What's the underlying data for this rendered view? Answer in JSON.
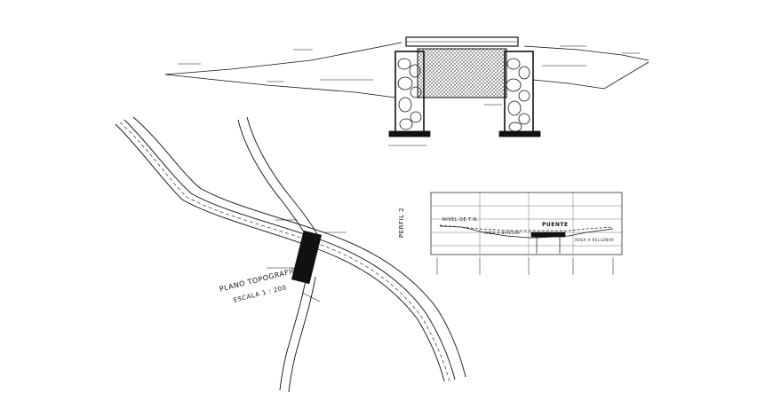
{
  "plano": {
    "title": "PLANO TOPOGRAFICO",
    "scale": "ESCALA 1 : 200"
  },
  "perfil": {
    "title": "PERFIL 2",
    "nivel_label": "NIVEL DE T.N.",
    "puente_label": "PUENTE",
    "area_label_1": "AREA A NIVELAR",
    "area_label_2": "AREA A RELLENAR"
  },
  "colors": {
    "line": "#111111",
    "background": "#ffffff"
  }
}
